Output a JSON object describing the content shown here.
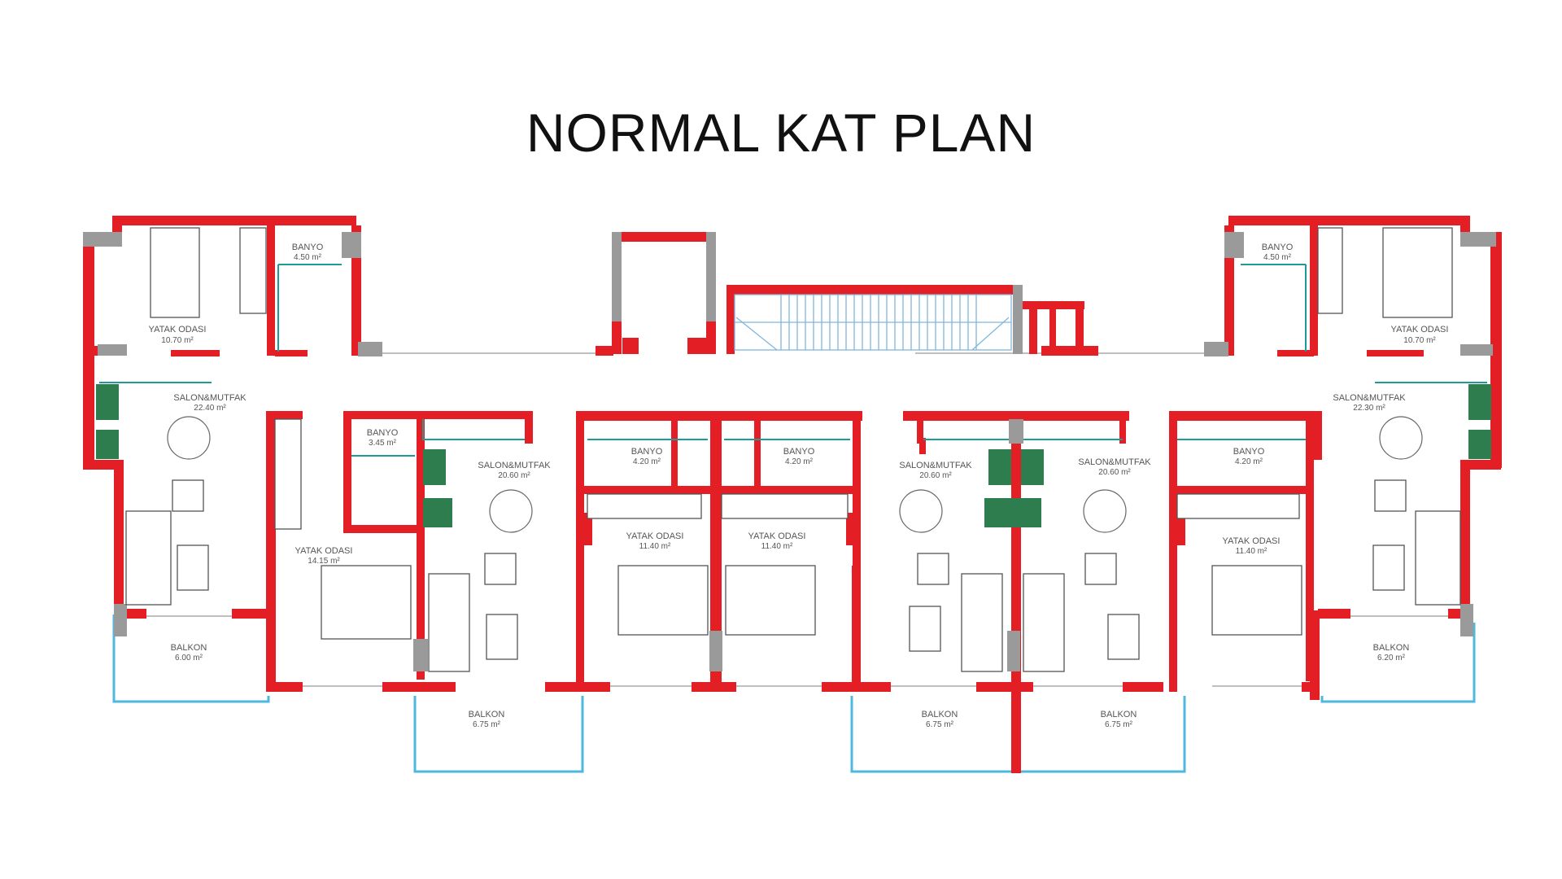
{
  "title": "NORMAL KAT PLAN",
  "rooms": [
    {
      "id": "u1-bed",
      "name": "YATAK ODASI",
      "area": "10.70 m²"
    },
    {
      "id": "u1-bath",
      "name": "BANYO",
      "area": "4.50 m²"
    },
    {
      "id": "u1-living",
      "name": "SALON&MUTFAK",
      "area": "22.40 m²"
    },
    {
      "id": "u1-balcony",
      "name": "BALKON",
      "area": "6.00 m²"
    },
    {
      "id": "u2-bath",
      "name": "BANYO",
      "area": "3.45 m²"
    },
    {
      "id": "u2-living",
      "name": "SALON&MUTFAK",
      "area": "20.60 m²"
    },
    {
      "id": "u2-bed",
      "name": "YATAK ODASI",
      "area": "14.15 m²"
    },
    {
      "id": "u2-balcony",
      "name": "BALKON",
      "area": "6.75 m²"
    },
    {
      "id": "u3-bath",
      "name": "BANYO",
      "area": "4.20 m²"
    },
    {
      "id": "u3-bed",
      "name": "YATAK ODASI",
      "area": "11.40 m²"
    },
    {
      "id": "u4-bath",
      "name": "BANYO",
      "area": "4.20 m²"
    },
    {
      "id": "u4-bed",
      "name": "YATAK ODASI",
      "area": "11.40 m²"
    },
    {
      "id": "u5-living",
      "name": "SALON&MUTFAK",
      "area": "20.60 m²"
    },
    {
      "id": "u5-balcony",
      "name": "BALKON",
      "area": "6.75 m²"
    },
    {
      "id": "u6-living",
      "name": "SALON&MUTFAK",
      "area": "20.60 m²"
    },
    {
      "id": "u6-balcony",
      "name": "BALKON",
      "area": "6.75 m²"
    },
    {
      "id": "u7-bath",
      "name": "BANYO",
      "area": "4.20 m²"
    },
    {
      "id": "u7-bed",
      "name": "YATAK ODASI",
      "area": "11.40 m²"
    },
    {
      "id": "u8-bath",
      "name": "BANYO",
      "area": "4.50 m²"
    },
    {
      "id": "u8-bed",
      "name": "YATAK ODASI",
      "area": "10.70 m²"
    },
    {
      "id": "u8-living",
      "name": "SALON&MUTFAK",
      "area": "22.30 m²"
    },
    {
      "id": "u8-balcony",
      "name": "BALKON",
      "area": "6.20 m²"
    }
  ],
  "colors": {
    "wall": "#e31e24",
    "column": "#9a9a9a",
    "balcony": "#4fb8dc",
    "tile": "#1e9b96",
    "kitchen": "#2e7d4f"
  }
}
